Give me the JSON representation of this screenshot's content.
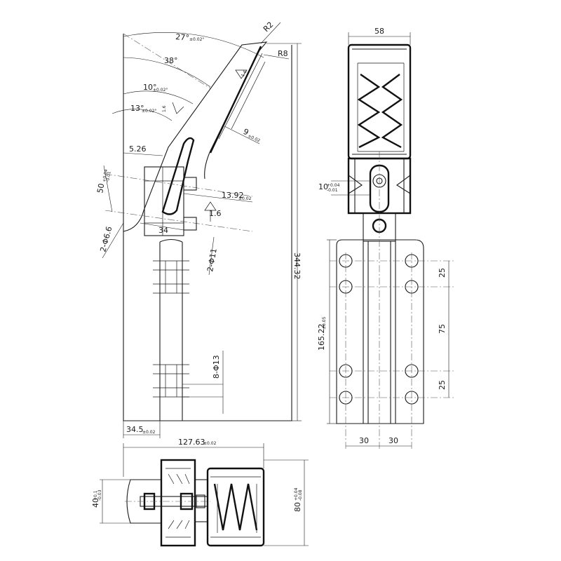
{
  "side_view": {
    "angle_27": "27°",
    "angle_27_tol": "±0.02°",
    "angle_38": "38°",
    "angle_10": "10°",
    "angle_10_tol": "±0.02°",
    "angle_13": "13°",
    "angle_13_tol": "±0.02°",
    "radius_r2": "R2",
    "radius_r8": "R8",
    "rough_16a": "1.6",
    "rough_16b": "1.6",
    "rough_16c": "1.6",
    "dim_9": "9",
    "dim_9_tol": "±0.02",
    "dim_526": "5.26",
    "dim_50": "50",
    "dim_50_tol_upper": "+0.04",
    "dim_50_tol_lower": "-0.01",
    "dim_1392": "13.92",
    "dim_1392_tol": "±0.02",
    "dim_34": "34",
    "hole_66": "2-Φ6.6",
    "hole_11": "2-Φ11",
    "hole_13": "8-Φ13",
    "dim_34432": "344.32",
    "dim_345": "34.5",
    "dim_345_tol": "±0.02"
  },
  "front_view": {
    "dim_58": "58",
    "dim_10": "10",
    "dim_10_tol_upper": "+0.04",
    "dim_10_tol_lower": "-0.01",
    "dim_16522": "165.22",
    "dim_16522_tol": "±0.05",
    "dim_25a": "25",
    "dim_75": "75",
    "dim_25b": "25",
    "dim_30a": "30",
    "dim_30b": "30"
  },
  "top_view": {
    "dim_12763": "127.63",
    "dim_12763_tol": "±0.02",
    "dim_40": "40",
    "dim_40_tol_upper": "+0.1",
    "dim_40_tol_lower": "-0.03",
    "dim_80": "80",
    "dim_80_tol_upper": "+0.04",
    "dim_80_tol_lower": "-0.08"
  }
}
